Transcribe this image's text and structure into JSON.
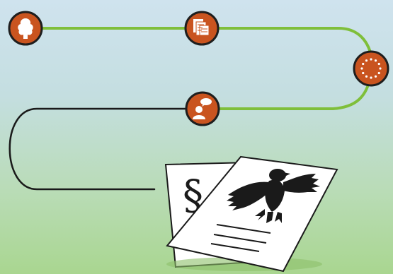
{
  "colors": {
    "background_top": "#cfe3ee",
    "background_bottom": "#a9d690",
    "timeline_active": "#7fbf3a",
    "timeline_pending": "#1a1a1a",
    "node_fill": "#c9541f",
    "node_ring": "#1e1e1e",
    "icon_color": "#ffffff",
    "paper": "#ffffff",
    "ink": "#1a1a1a"
  },
  "nodes": [
    {
      "id": "node-1",
      "icon": "tree-icon"
    },
    {
      "id": "node-2",
      "icon": "document-stack-icon"
    },
    {
      "id": "node-3",
      "icon": "eu-stars-icon"
    },
    {
      "id": "node-4",
      "icon": "person-speech-icon"
    }
  ],
  "documents": {
    "back_sheet_symbol": "§",
    "front_sheet_emblem": "federal-eagle-icon"
  }
}
